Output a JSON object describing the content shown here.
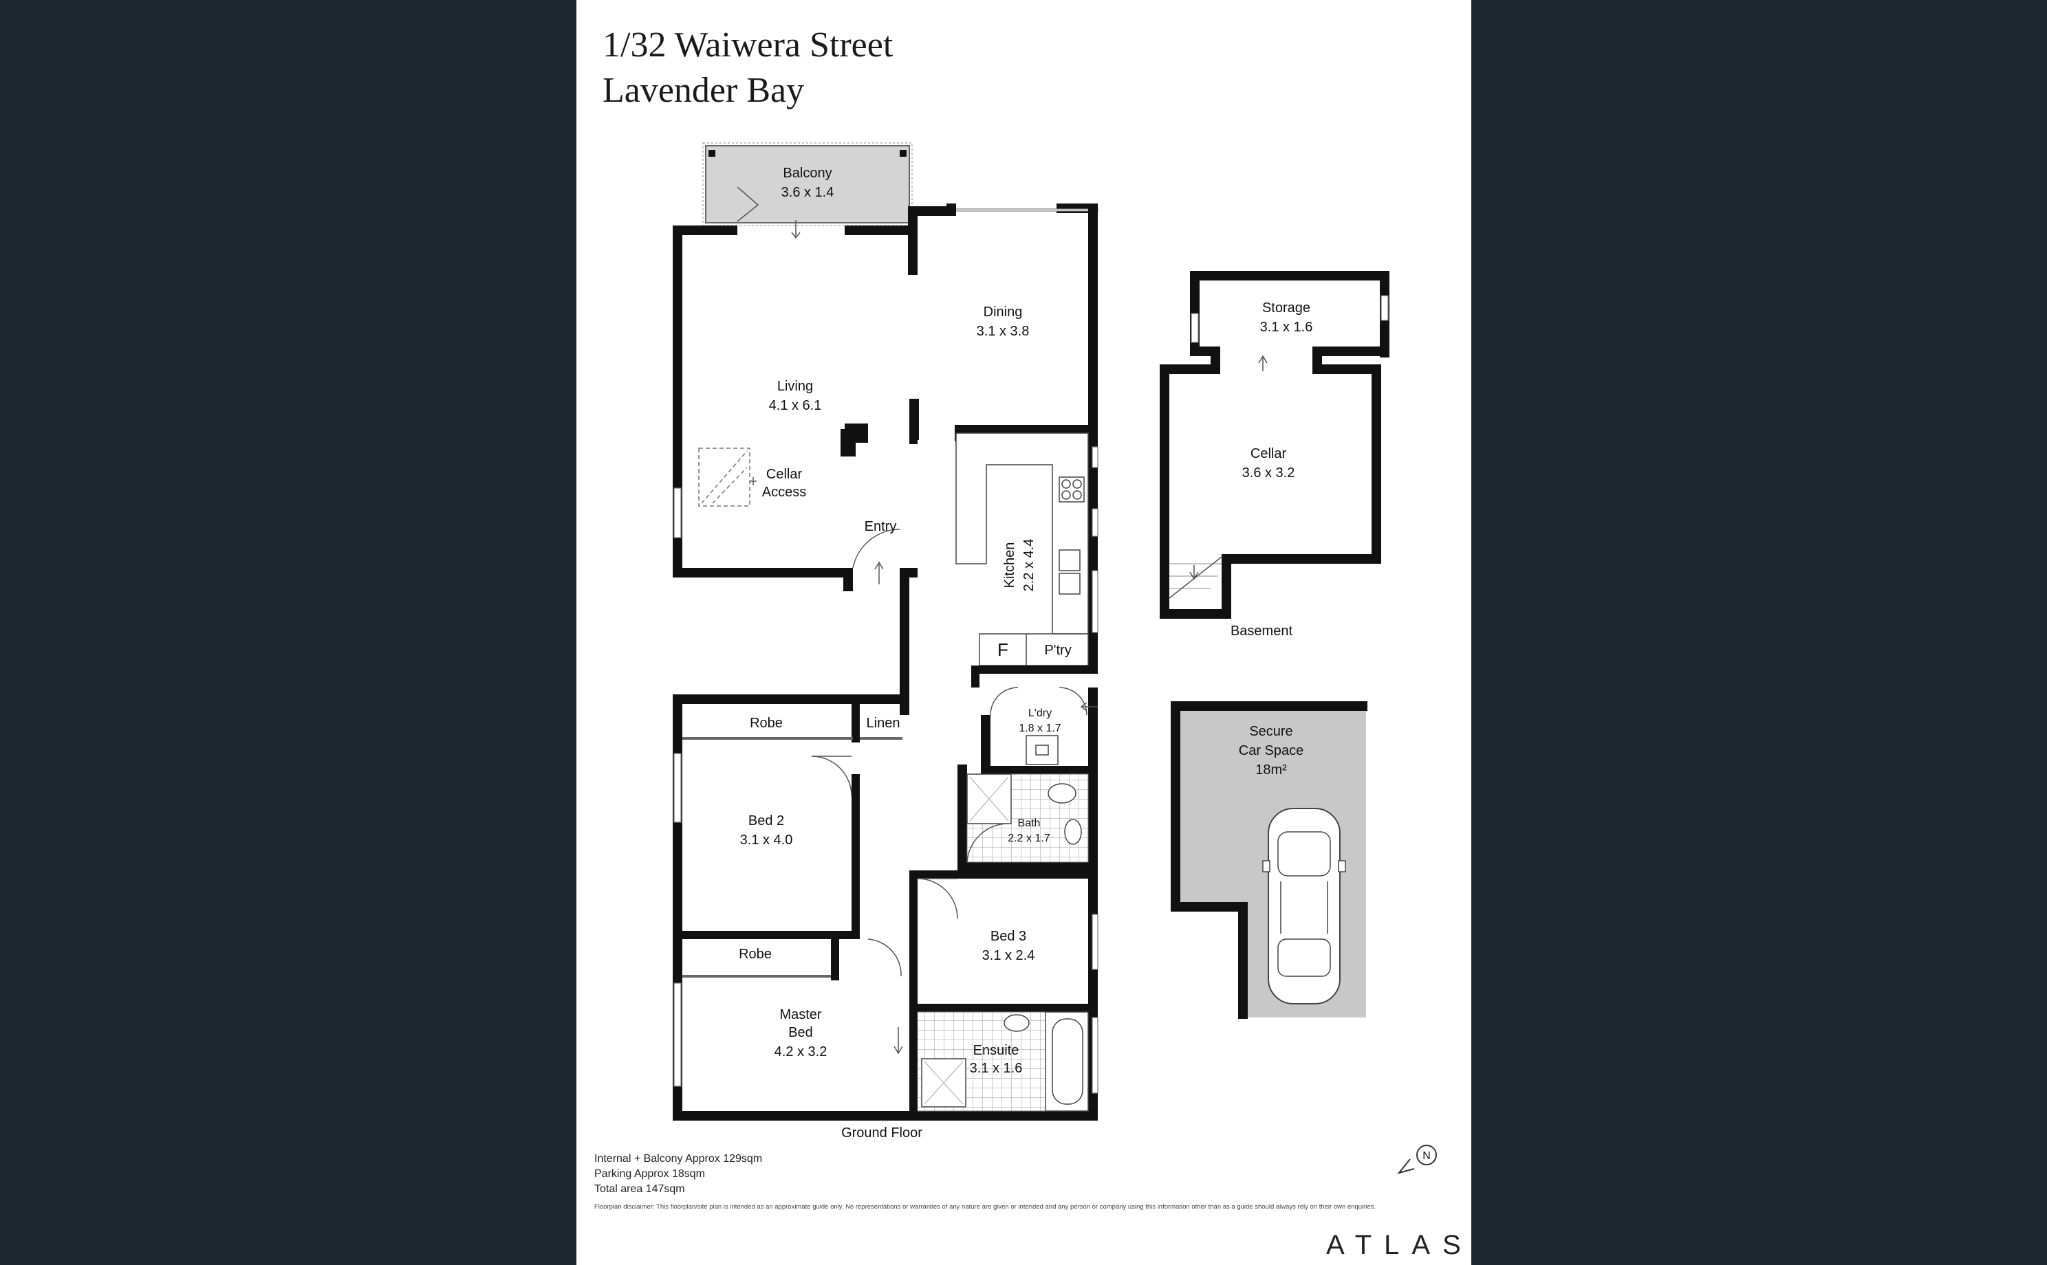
{
  "title": {
    "line1": "1/32 Waiwera Street",
    "line2": "Lavender Bay"
  },
  "rooms": {
    "balcony": {
      "name": "Balcony",
      "size": "3.6 x 1.4"
    },
    "dining": {
      "name": "Dining",
      "size": "3.1 x 3.8"
    },
    "living": {
      "name": "Living",
      "size": "4.1 x 6.1"
    },
    "cellar_access": {
      "line1": "Cellar",
      "line2": "Access"
    },
    "entry": {
      "name": "Entry"
    },
    "kitchen": {
      "name": "Kitchen",
      "size": "2.2 x 4.4"
    },
    "fridge": {
      "name": "F"
    },
    "pantry": {
      "name": "P'try"
    },
    "laundry": {
      "name": "L'dry",
      "size": "1.8 x 1.7"
    },
    "robe_bed2": {
      "name": "Robe"
    },
    "linen": {
      "name": "Linen"
    },
    "bed2": {
      "name": "Bed 2",
      "size": "3.1 x 4.0"
    },
    "bath": {
      "name": "Bath",
      "size": "2.2 x 1.7"
    },
    "bed3": {
      "name": "Bed 3",
      "size": "3.1 x 2.4"
    },
    "robe_master": {
      "name": "Robe"
    },
    "master": {
      "line1": "Master",
      "line2": "Bed",
      "size": "4.2 x 3.2"
    },
    "ensuite": {
      "name": "Ensuite",
      "size": "3.1 x 1.6"
    },
    "storage": {
      "name": "Storage",
      "size": "3.1 x 1.6"
    },
    "cellar": {
      "name": "Cellar",
      "size": "3.6 x 3.2"
    },
    "car": {
      "line1": "Secure",
      "line2": "Car Space",
      "size": "18m²"
    }
  },
  "levels": {
    "ground": "Ground Floor",
    "basement": "Basement"
  },
  "areas": {
    "internal": "Internal + Balcony Approx 129sqm",
    "parking": "Parking Approx 18sqm",
    "total": "Total area 147sqm"
  },
  "disclaimer": "Floorplan disclaimer: This floorplan/site plan is intended as an approximate guide only. No representations or warranties of any nature are given or intended and any person or company using this information other than as a guide should always rely on their own enquiries.",
  "compass": {
    "letter": "N",
    "icon": "north-arrow-icon"
  },
  "brand": "ATLAS",
  "colors": {
    "background": "#1f2730",
    "sheet": "#ffffff",
    "walls": "#111111",
    "balcony_fill": "#d4d4d4",
    "car_fill": "#c8c8c8"
  }
}
